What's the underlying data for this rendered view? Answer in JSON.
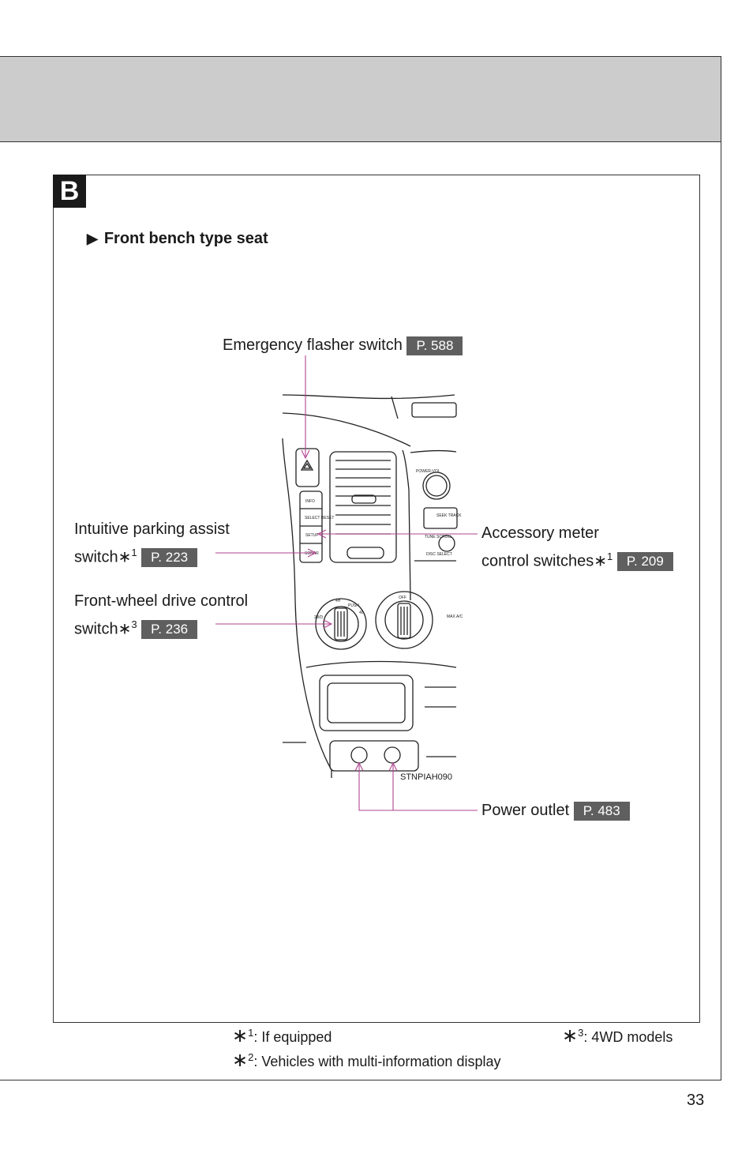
{
  "section_letter": "B",
  "subheading": "Front bench type seat",
  "callouts": {
    "emergency": {
      "text": "Emergency flasher switch",
      "page": "P. 588"
    },
    "parking": {
      "line1": "Intuitive parking assist",
      "line2": "switch",
      "mark": "∗",
      "sup": "1",
      "page": "P. 223"
    },
    "fwd": {
      "line1": "Front-wheel drive control",
      "line2": "switch",
      "mark": "∗",
      "sup": "3",
      "page": "P. 236"
    },
    "accessory": {
      "line1": "Accessory meter",
      "line2": "control switches",
      "mark": "∗",
      "sup": "1",
      "page": "P. 209"
    },
    "power": {
      "text": "Power outlet",
      "page": "P. 483"
    }
  },
  "figure_code": "STNPIAH090",
  "panel_text": {
    "info": "INFO",
    "select": "SELECT RESET",
    "setup": "SETUP",
    "sonar": "SONAR",
    "power_vol": "POWER-VOL",
    "seek": "SEEK TRACK",
    "tune": "TUNE SCROLL",
    "disc": "DISC SELECT",
    "twowd": "2WD",
    "fourh": "4H",
    "push": "PUSH",
    "fourl": "4L",
    "off": "OFF",
    "mar": "MAX A/C"
  },
  "footnotes": [
    {
      "mark": "∗",
      "num": "1",
      "text": ": If equipped"
    },
    {
      "mark": "∗",
      "num": "2",
      "text": ": Vehicles with multi-information display"
    },
    {
      "mark": "∗",
      "num": "3",
      "text": ": 4WD models"
    }
  ],
  "page_number": "33",
  "colors": {
    "header": "#cccccc",
    "badge": "#1a1a1a",
    "page_ref": "#5f5f5f",
    "leader": "#b0448f"
  }
}
